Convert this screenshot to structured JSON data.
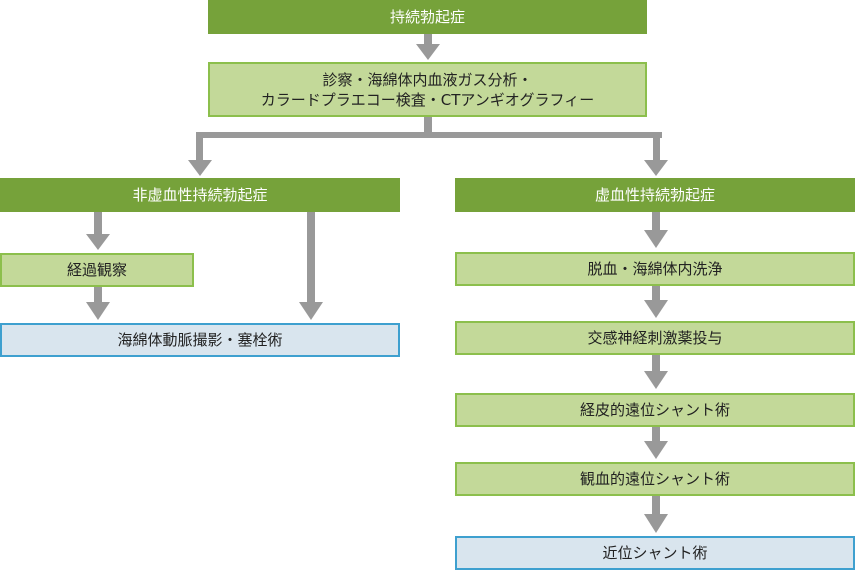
{
  "diagram": {
    "title": "持続勃起症",
    "colors": {
      "header_green": "#76a23a",
      "step_green": "#c3d999",
      "step_border": "#8cbf4c",
      "terminal_blue": "#d9e5ee",
      "terminal_border": "#3ea0cf",
      "arrow_gray": "#999999"
    },
    "nodes": {
      "root": "持続勃起症",
      "diagnosis_line1": "診察・海綿体内血液ガス分析・",
      "diagnosis_line2": "カラードプラエコー検査・CTアンギオグラフィー",
      "nonischemic": "非虚血性持続勃起症",
      "observation": "経過観察",
      "embolization": "海綿体動脈撮影・塞栓術",
      "ischemic": "虚血性持続勃起症",
      "aspiration": "脱血・海綿体内洗浄",
      "sympathomimetic": "交感神経刺激薬投与",
      "percutaneous_distal_shunt": "経皮的遠位シャント術",
      "open_distal_shunt": "観血的遠位シャント術",
      "proximal_shunt": "近位シャント術"
    },
    "edges": [
      [
        "root",
        "diagnosis"
      ],
      [
        "diagnosis",
        "nonischemic"
      ],
      [
        "diagnosis",
        "ischemic"
      ],
      [
        "nonischemic",
        "observation"
      ],
      [
        "nonischemic",
        "embolization"
      ],
      [
        "observation",
        "embolization"
      ],
      [
        "ischemic",
        "aspiration"
      ],
      [
        "aspiration",
        "sympathomimetic"
      ],
      [
        "sympathomimetic",
        "percutaneous_distal_shunt"
      ],
      [
        "percutaneous_distal_shunt",
        "open_distal_shunt"
      ],
      [
        "open_distal_shunt",
        "proximal_shunt"
      ]
    ]
  }
}
